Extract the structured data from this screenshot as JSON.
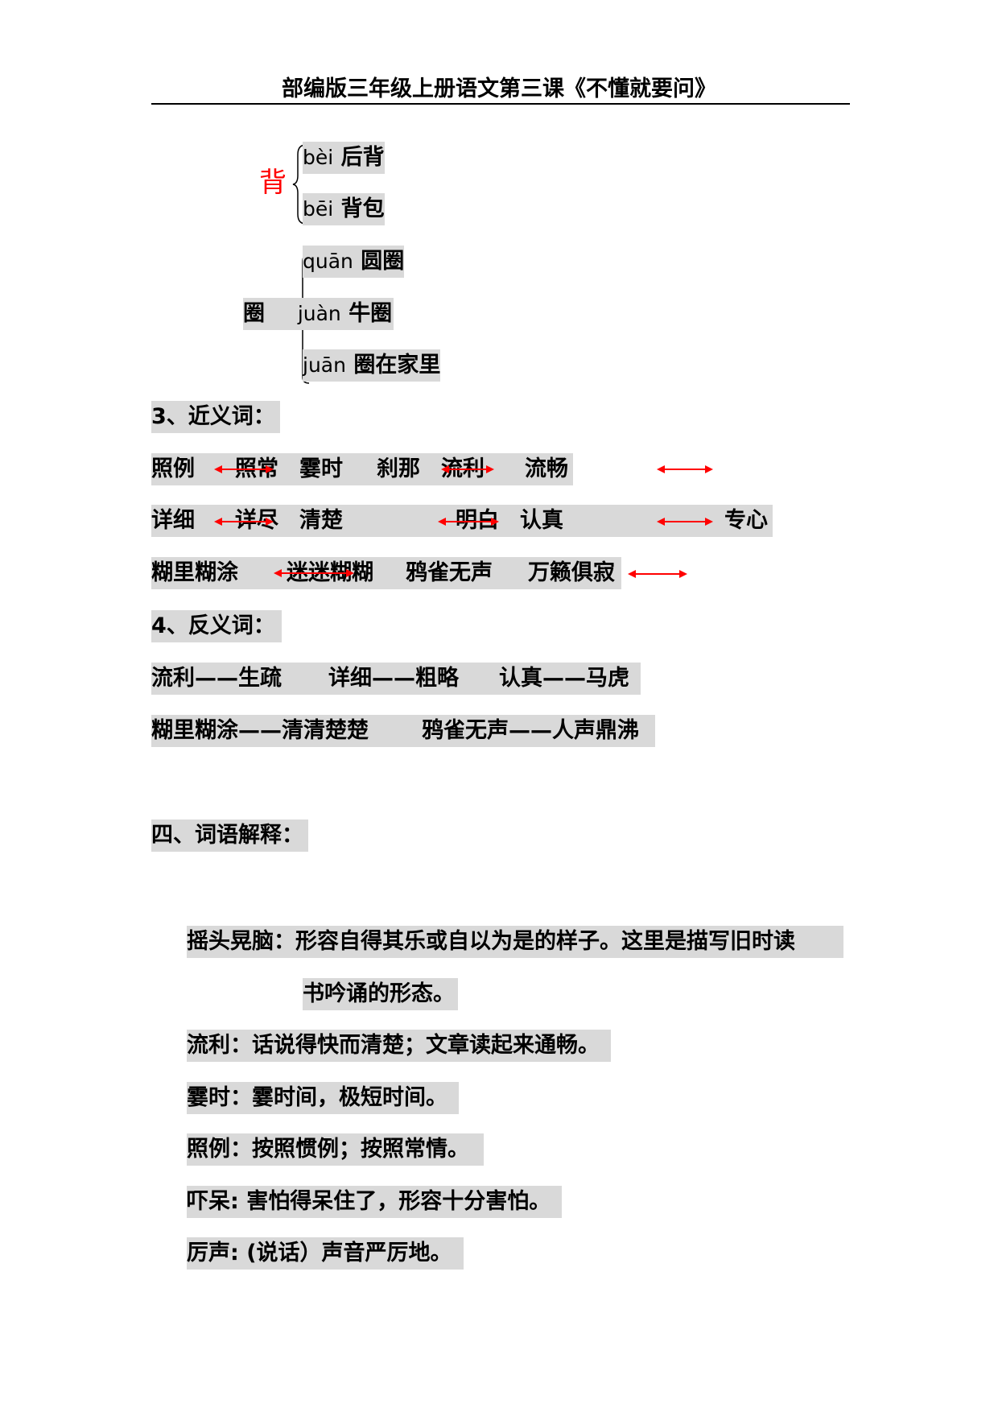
{
  "header": {
    "title": "部编版三年级上册语文第三课《不懂就要问》"
  },
  "polyphones": {
    "bei": {
      "char": "背",
      "readings": [
        {
          "pinyin": "bèi",
          "word": "后背"
        },
        {
          "pinyin": "bēi",
          "word": "背包"
        }
      ]
    },
    "quan": {
      "char": "圈",
      "readings": [
        {
          "pinyin": "quān",
          "word": "圆圈"
        },
        {
          "pinyin": "juàn",
          "word": "牛圈"
        },
        {
          "pinyin": "juān",
          "word": "圈在家里"
        }
      ]
    }
  },
  "synonyms": {
    "heading": "3、近义词：",
    "rows": [
      [
        "照例",
        "照常",
        "霎时",
        "刹那",
        "流利",
        "流畅"
      ],
      [
        "详细",
        "详尽",
        "清楚",
        "明白",
        "认真",
        "专心"
      ],
      [
        "糊里糊涂",
        "迷迷糊糊",
        "鸦雀无声",
        "万籁俱寂"
      ]
    ]
  },
  "antonyms": {
    "heading": "4、反义词：",
    "rows": [
      [
        "流利——生疏",
        "详细——粗略",
        "认真——马虎"
      ],
      [
        "糊里糊涂——清清楚楚",
        "鸦雀无声——人声鼎沸"
      ]
    ]
  },
  "section4": {
    "heading": "四、词语解释：",
    "items": [
      {
        "line1": "摇头晃脑：形容自得其乐或自以为是的样子。这里是描写旧时读",
        "line2": "书吟诵的形态。"
      },
      {
        "line1": "流利：话说得快而清楚；文章读起来通畅。"
      },
      {
        "line1": "霎时：霎时间，极短时间。"
      },
      {
        "line1": "照例：按照惯例；按照常情。"
      },
      {
        "line1": "吓呆: 害怕得呆住了，形容十分害怕。"
      },
      {
        "line1": "厉声: (说话）声音严厉地。"
      }
    ]
  },
  "colors": {
    "highlight": "#d9d9d9",
    "arrow": "#ff0000",
    "accent_char": "#ff0000"
  }
}
